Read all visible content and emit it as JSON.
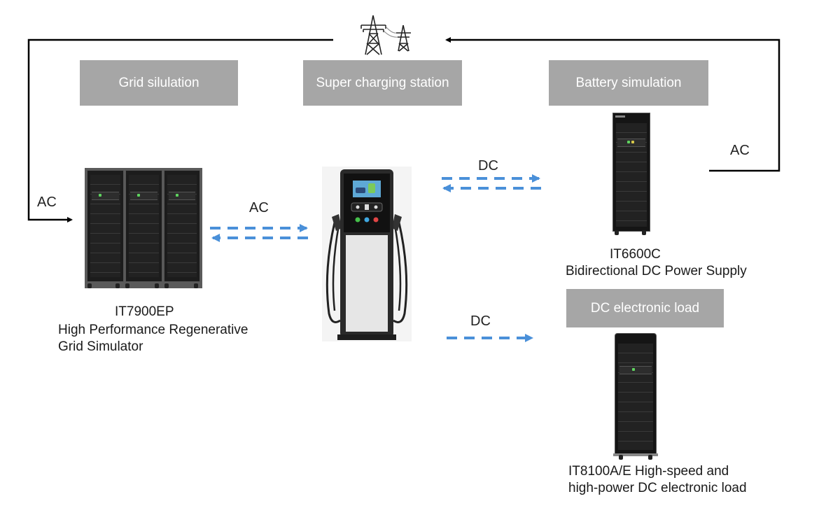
{
  "title_boxes": {
    "grid": "Grid silulation",
    "station": "Super charging station",
    "battery": "Battery simulation",
    "load": "DC electronic load"
  },
  "flow_labels": {
    "ac_left": "AC",
    "ac_middle": "AC",
    "ac_right": "AC",
    "dc_top": "DC",
    "dc_bottom": "DC"
  },
  "devices": {
    "grid_simulator": {
      "model": "IT7900EP",
      "description_line1": "High Performance Regenerative",
      "description_line2": "Grid Simulator"
    },
    "dc_power_supply": {
      "model": "IT6600C",
      "description": "Bidirectional DC Power Supply"
    },
    "electronic_load": {
      "line1": "IT8100A/E High-speed and",
      "line2": "high-power DC electronic load"
    }
  },
  "colors": {
    "box_gray": "#a6a6a6",
    "arrow_blue": "#4a90d9",
    "line_black": "#000000"
  },
  "icons": {
    "grid_tower": "power-transmission-tower-icon",
    "charger": "ev-charging-station-icon"
  }
}
